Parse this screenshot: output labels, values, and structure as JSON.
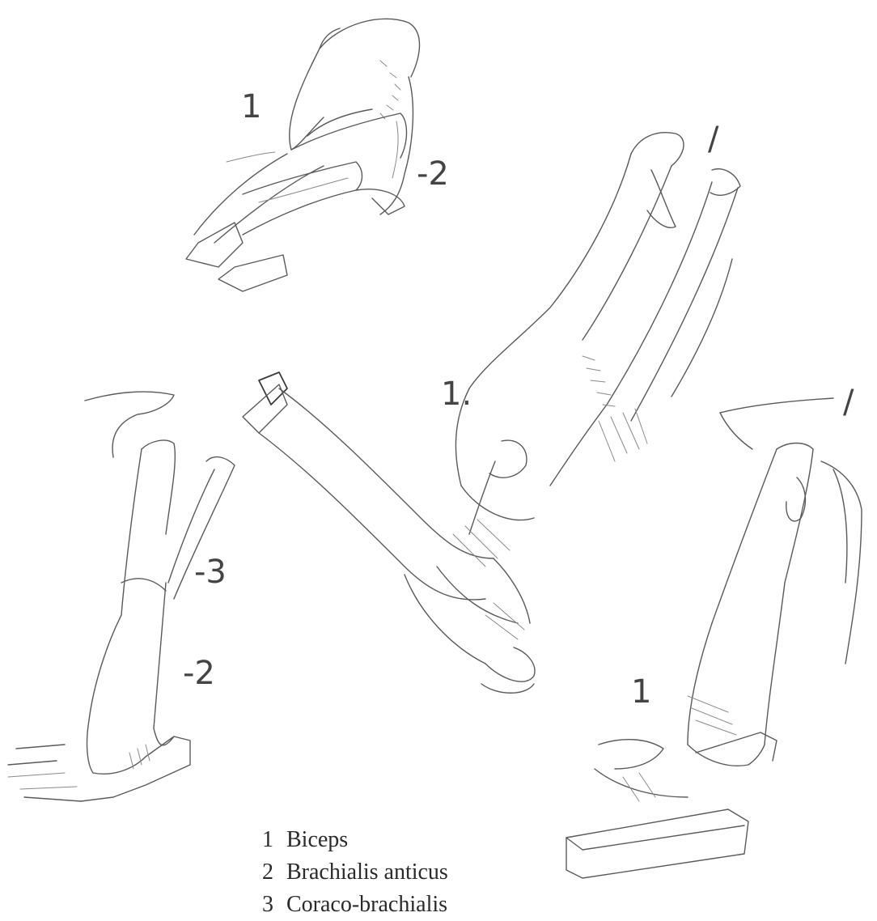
{
  "callouts": {
    "top_1": "1",
    "top_2": "-2",
    "center_1": "1.",
    "left_3": "-3",
    "left_2": "-2",
    "right_1": "1",
    "right_tick": "/",
    "top_tick": "/"
  },
  "legend": {
    "items": [
      {
        "number": "1",
        "label": "Biceps"
      },
      {
        "number": "2",
        "label": "Brachialis anticus"
      },
      {
        "number": "3",
        "label": "Coraco-brachialis"
      }
    ]
  }
}
